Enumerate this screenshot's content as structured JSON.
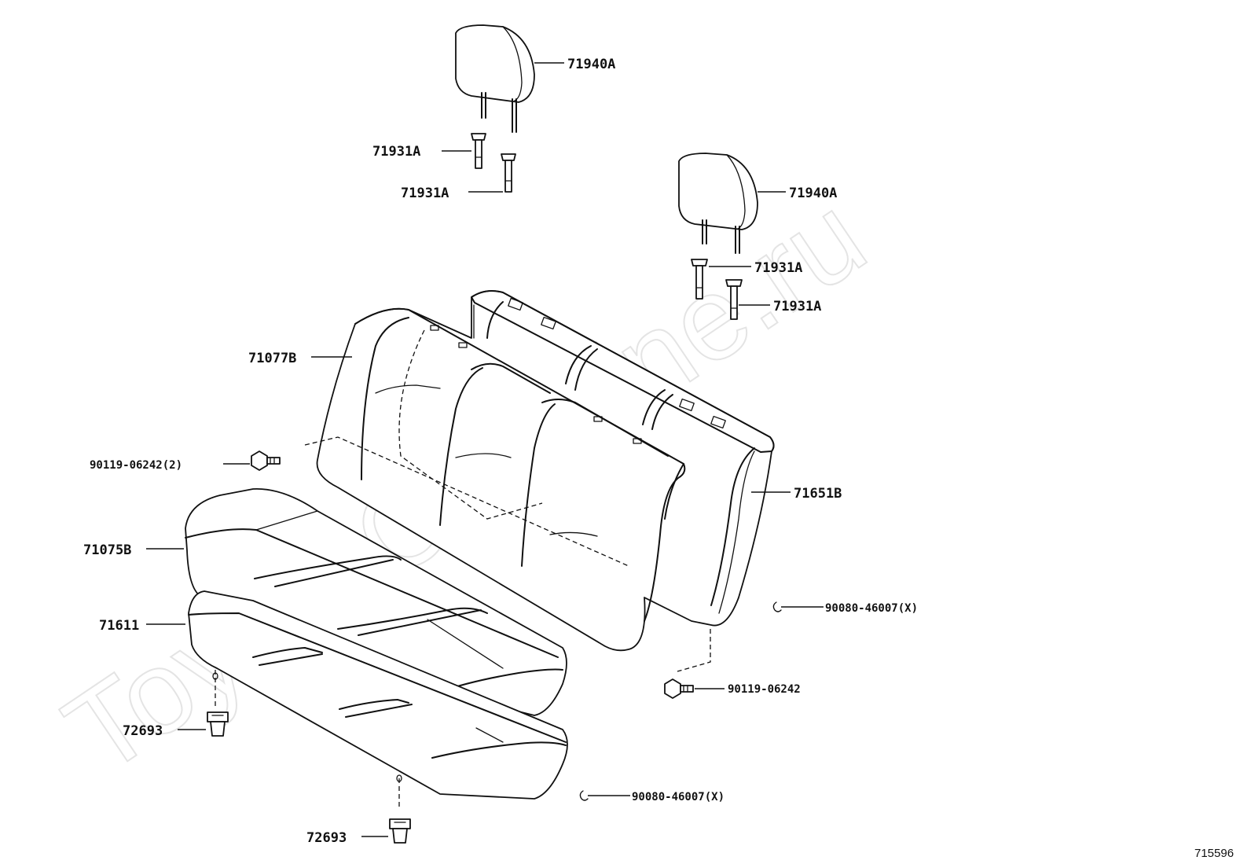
{
  "watermark": "ToyotaCarMine.ru",
  "figure_number": "715596",
  "parts": {
    "headrest_left": "71940A",
    "headrest_right": "71940A",
    "support_left_upper": "71931A",
    "support_left_lower": "71931A",
    "support_right_upper": "71931A",
    "support_right_lower": "71931A",
    "seatback_cover": "71077B",
    "seatback_assy": "71651B",
    "cushion_cover": "71075B",
    "cushion_pad": "71611",
    "bolt_left": "90119-06242(2)",
    "bolt_right": "90119-06242",
    "hog_ring_right": "90080-46007(X)",
    "hog_ring_bottom": "90080-46007(X)",
    "clip_left": "72693",
    "clip_bottom": "72693"
  }
}
